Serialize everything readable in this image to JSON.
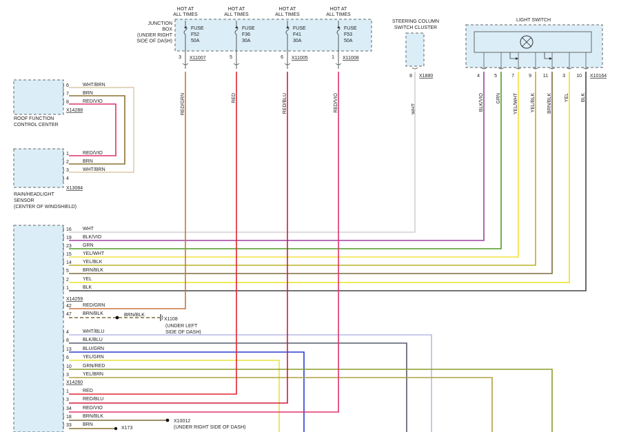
{
  "junction_box": {
    "title_lines": [
      "JUNCTION",
      "BOX",
      "(UNDER RIGHT",
      "SIDE OF DASH)"
    ],
    "fuses": [
      {
        "hot1": "HOT AT",
        "hot2": "ALL TIMES",
        "label": "FUSE",
        "id": "F52",
        "amp": "50A",
        "pin": "3",
        "wire": "RED/GRN",
        "color": "#c8743a"
      },
      {
        "hot1": "HOT AT",
        "hot2": "ALL TIMES",
        "label": "FUSE",
        "id": "F36",
        "amp": "30A",
        "pin": "5",
        "wire": "RED",
        "color": "#e0242c"
      },
      {
        "hot1": "HOT AT",
        "hot2": "ALL TIMES",
        "label": "FUSE",
        "id": "F41",
        "amp": "30A",
        "pin": "6",
        "wire": "RED/BLU",
        "color": "#d11a3c"
      },
      {
        "hot1": "HOT AT",
        "hot2": "ALL TIMES",
        "label": "FUSE",
        "id": "F53",
        "amp": "50A",
        "pin": "1",
        "wire": "RED/VIO",
        "color": "#e0306a"
      }
    ],
    "connectors": [
      "X11007",
      "X11005",
      "X11008"
    ]
  },
  "steering_cluster": {
    "title_lines": [
      "STEERING COLUMN",
      "SWITCH CLUSTER"
    ],
    "pin": "8",
    "connector": "X1880",
    "wire": "WHT"
  },
  "light_switch": {
    "title": "LIGHT SWITCH",
    "connector": "X10164",
    "pins": [
      {
        "pin": "4",
        "wire": "BLK/VIO",
        "color": "#9d3fa0"
      },
      {
        "pin": "5",
        "wire": "GRN",
        "color": "#4f9a22"
      },
      {
        "pin": "7",
        "wire": "YEL/WHT",
        "color": "#f0e040"
      },
      {
        "pin": "9",
        "wire": "YEL/BLK",
        "color": "#b8b020"
      },
      {
        "pin": "11",
        "wire": "BRN/BLK",
        "color": "#7a6a3a"
      },
      {
        "pin": "3",
        "wire": "YEL",
        "color": "#eee020"
      },
      {
        "pin": "10",
        "wire": "BLK",
        "color": "#444444"
      }
    ]
  },
  "roof_module": {
    "title_lines": [
      "ROOF FUNCTION",
      "CONTROL CENTER"
    ],
    "connector": "X14288",
    "pins": [
      {
        "pin": "6",
        "wire": "WHT/BRN"
      },
      {
        "pin": "7",
        "wire": "BRN"
      },
      {
        "pin": "8",
        "wire": "RED/VIO"
      }
    ]
  },
  "rain_sensor": {
    "title_lines": [
      "RAIN/HEADLIGHT",
      "SENSOR",
      "(CENTER OF WINDSHIELD)"
    ],
    "connector": "X13084",
    "pins": [
      {
        "pin": "1",
        "wire": "RED/VIO"
      },
      {
        "pin": "2",
        "wire": "BRN"
      },
      {
        "pin": "3",
        "wire": "WHT/BRN"
      },
      {
        "pin": "4",
        "wire": ""
      }
    ]
  },
  "main_module": {
    "connector_a": "X14259",
    "pins_a": [
      {
        "pin": "16",
        "wire": "WHT"
      },
      {
        "pin": "19",
        "wire": "BLK/VIO"
      },
      {
        "pin": "23",
        "wire": "GRN"
      },
      {
        "pin": "15",
        "wire": "YEL/WHT"
      },
      {
        "pin": "14",
        "wire": "YEL/BLK"
      },
      {
        "pin": "5",
        "wire": "BRN/BLK"
      },
      {
        "pin": "2",
        "wire": "YEL"
      },
      {
        "pin": "1",
        "wire": "BLK"
      }
    ],
    "pins_a2": [
      {
        "pin": "42",
        "wire": "RED/GRN"
      },
      {
        "pin": "47",
        "wire": "BRN/BLK"
      }
    ],
    "ground1": {
      "wire": "BRN/BLK",
      "connector": "X1108",
      "location_lines": [
        "(UNDER LEFT",
        "SIDE OF DASH)"
      ]
    },
    "connector_b": "X14260",
    "pins_b": [
      {
        "pin": "4",
        "wire": "WHT/BLU"
      },
      {
        "pin": "8",
        "wire": "BLK/BLU"
      },
      {
        "pin": "13",
        "wire": "BLU/GRN"
      },
      {
        "pin": "6",
        "wire": "YEL/GRN"
      },
      {
        "pin": "10",
        "wire": "GRN/RED"
      },
      {
        "pin": "3",
        "wire": "YEL/BRN"
      }
    ],
    "pins_c": [
      {
        "pin": "1",
        "wire": "RED"
      },
      {
        "pin": "3",
        "wire": "RED/BLU"
      },
      {
        "pin": "34",
        "wire": "RED/VIO"
      },
      {
        "pin": "18",
        "wire": "BRN/BLK"
      },
      {
        "pin": "33",
        "wire": "BRN"
      }
    ],
    "ground2": {
      "connector": "X10012",
      "location": "(UNDER RIGHT SIDE OF DASH)"
    },
    "ground3": {
      "connector": "X173"
    }
  },
  "colors": {
    "WHT": "#d0d0d0",
    "BLK/VIO": "#9d3fa0",
    "GRN": "#4f9a22",
    "YEL/WHT": "#f0e040",
    "YEL/BLK": "#b8b020",
    "BRN/BLK": "#7a6a3a",
    "YEL": "#eee020",
    "BLK": "#444444",
    "RED/GRN": "#c8743a",
    "RED": "#e0242c",
    "RED/BLU": "#d11a3c",
    "RED/VIO": "#e0306a",
    "WHT/BLU": "#b8b8e8",
    "BLK/BLU": "#555a6a",
    "BLU/GRN": "#2c3ad0",
    "YEL/GRN": "#e6e23a",
    "GRN/RED": "#8a9a2a",
    "YEL/BRN": "#b0a040",
    "BRN": "#8a7030",
    "WHT/BRN": "#d8c8a8"
  }
}
